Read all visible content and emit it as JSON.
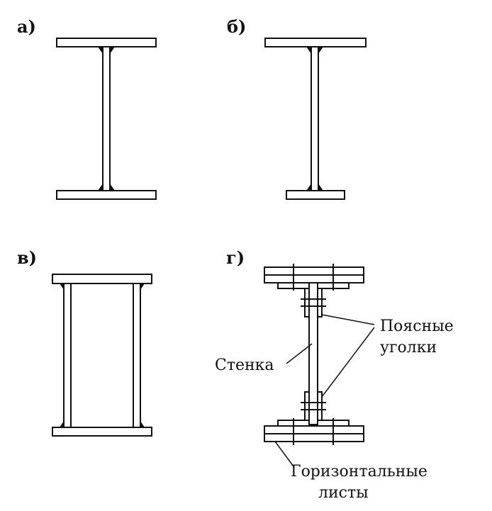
{
  "panels": {
    "a": {
      "label": "а)"
    },
    "b": {
      "label": "б)"
    },
    "c": {
      "label": "в)"
    },
    "d": {
      "label": "г)"
    }
  },
  "callouts": {
    "belt_angles_line1": "Поясные",
    "belt_angles_line2": "уголки",
    "web": "Стенка",
    "horizontal_sheets_line1": "Горизонтальные",
    "horizontal_sheets_line2": "листы"
  }
}
